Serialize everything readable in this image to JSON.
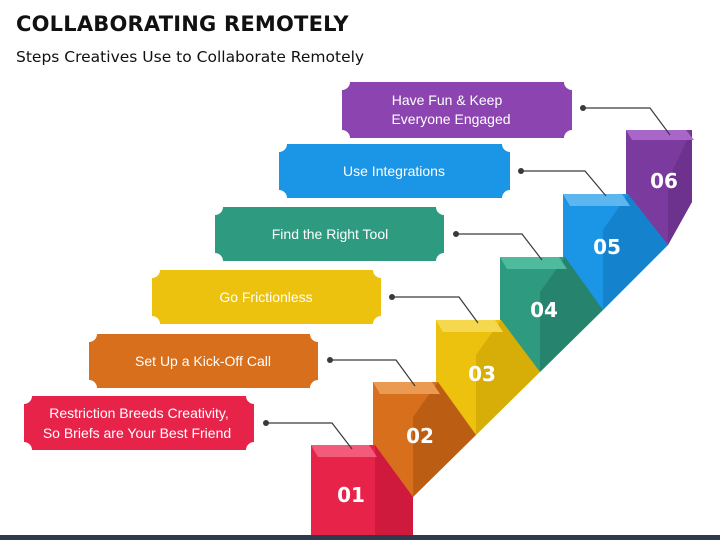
{
  "title": "COLLABORATING REMOTELY",
  "subtitle": "Steps Creatives Use to Collaborate Remotely",
  "steps": [
    {
      "number": "01",
      "line1": "Restriction Breeds Creativity,",
      "line2": "So Briefs are Your Best Friend",
      "color": "#e8234a"
    },
    {
      "number": "02",
      "line1": "Set Up a Kick-Off Call",
      "line2": "",
      "color": "#d86f1c"
    },
    {
      "number": "03",
      "line1": "Go Frictionless",
      "line2": "",
      "color": "#ecc20f"
    },
    {
      "number": "04",
      "line1": "Find the Right Tool",
      "line2": "",
      "color": "#2e9a80"
    },
    {
      "number": "05",
      "line1": "Use Integrations",
      "line2": "",
      "color": "#1b95e6"
    },
    {
      "number": "06",
      "line1": "Have Fun & Keep",
      "line2": "Everyone Engaged",
      "color": "#8c45b0"
    }
  ]
}
